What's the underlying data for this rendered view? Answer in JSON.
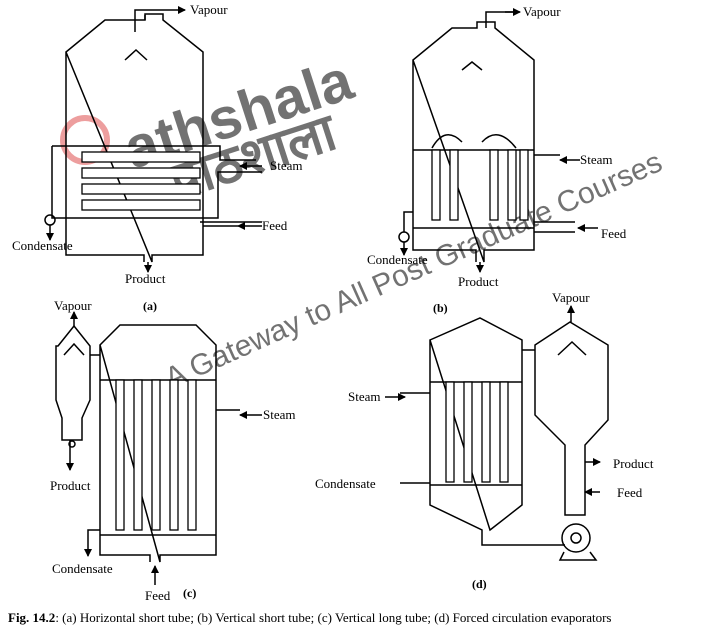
{
  "watermark": {
    "brand": "athshala",
    "hindi": "पाठशाला",
    "tagline": "A Gateway to All Post Graduate Courses",
    "color_red": "#e05050",
    "color_grey": "#c0c0c0"
  },
  "panels": {
    "a": {
      "label": "(a)",
      "vapour": "Vapour",
      "steam": "Steam",
      "feed": "Feed",
      "condensate": "Condensate",
      "product": "Product"
    },
    "b": {
      "label": "(b)",
      "vapour": "Vapour",
      "steam": "Steam",
      "feed": "Feed",
      "condensate": "Condensate",
      "product": "Product"
    },
    "c": {
      "label": "(c)",
      "vapour": "Vapour",
      "steam": "Steam",
      "product": "Product",
      "condensate": "Condensate",
      "feed": "Feed"
    },
    "d": {
      "label": "(d)",
      "vapour": "Vapour",
      "steam": "Steam",
      "condensate": "Condensate",
      "product": "Product",
      "feed": "Feed"
    }
  },
  "caption": {
    "prefix": "Fig. 14.2",
    "text": ": (a) Horizontal short tube;  (b) Vertical short tube;  (c) Vertical long tube; (d) Forced circulation evaporators"
  }
}
